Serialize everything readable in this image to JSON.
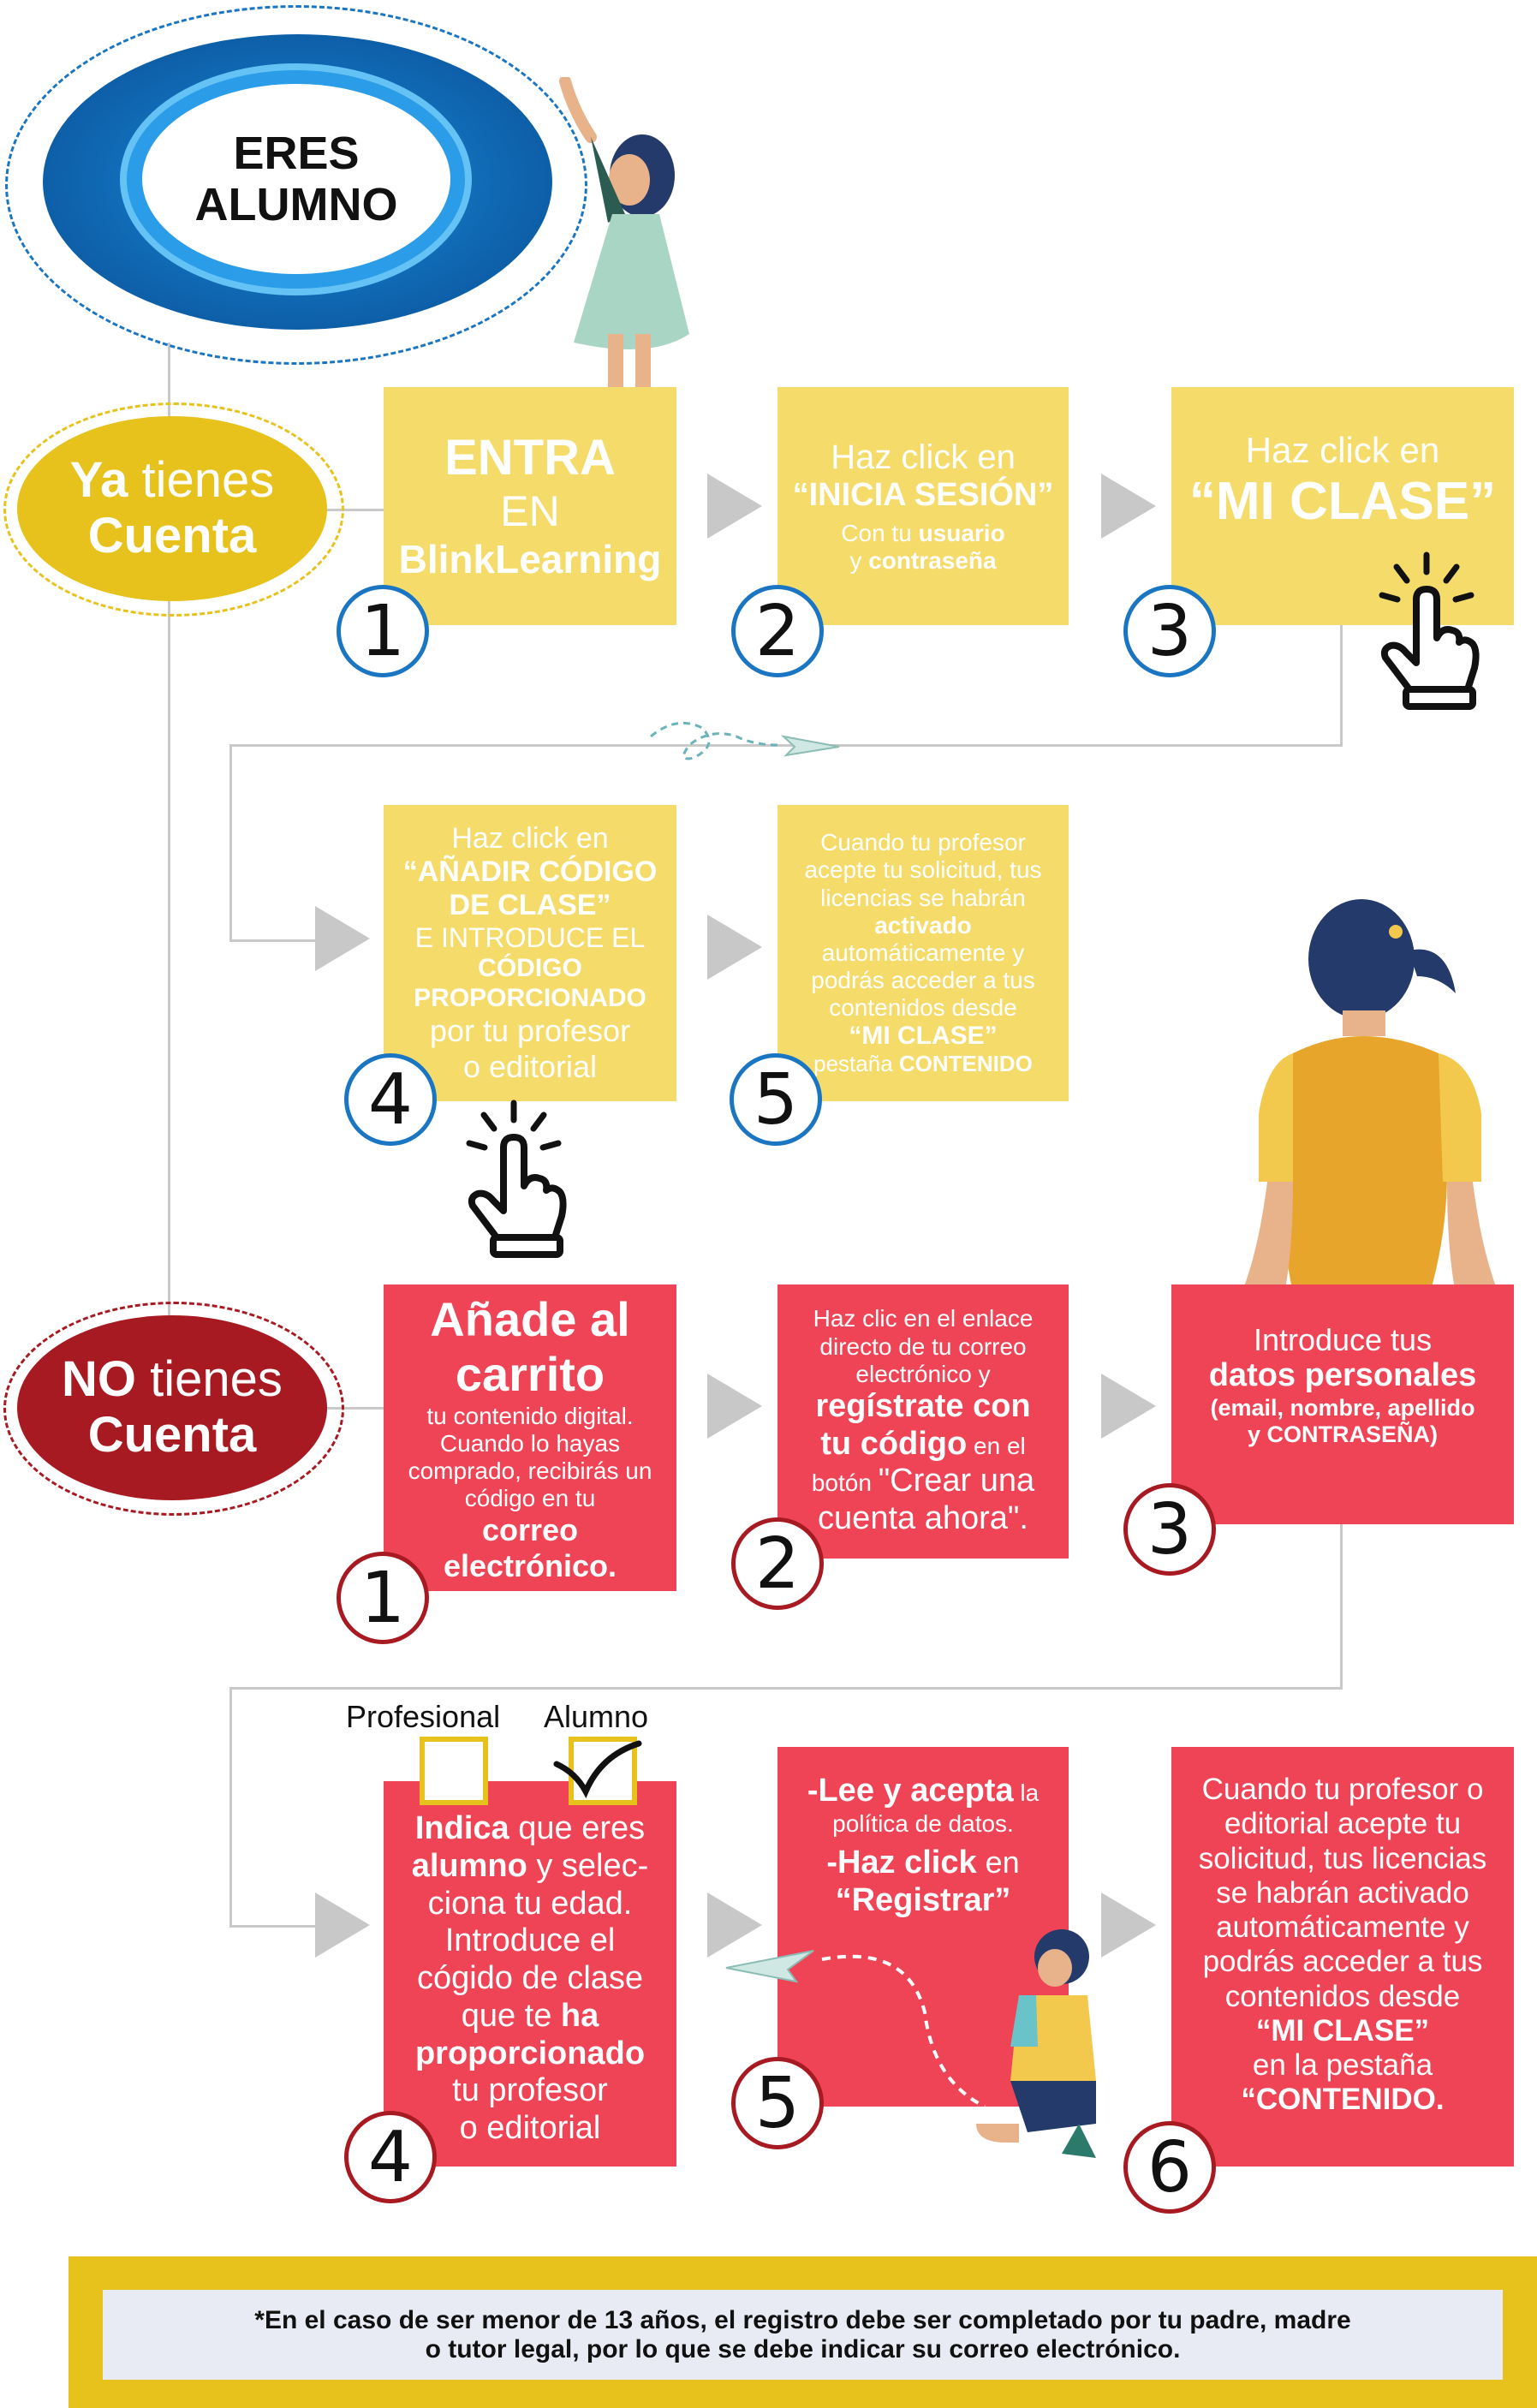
{
  "header": {
    "line1": "ERES",
    "line2": "ALUMNO"
  },
  "ya_cuenta": {
    "bold": "Ya",
    "rest": " tienes",
    "line2": "Cuenta"
  },
  "no_cuenta": {
    "bold": "NO",
    "rest": " tienes",
    "line2": "Cuenta"
  },
  "ya_steps": {
    "s1": {
      "l1": "ENTRA",
      "l2": "EN",
      "l3": "BlinkLearning",
      "num": "1"
    },
    "s2": {
      "l1": "Haz click en",
      "l2": "“INICIA SESIÓN”",
      "l3a": "Con tu ",
      "l3b": "usuario",
      "l4a": "y ",
      "l4b": "contraseña",
      "num": "2"
    },
    "s3": {
      "l1": "Haz click en",
      "l2": "“MI CLASE”",
      "num": "3"
    },
    "s4": {
      "l1": "Haz click en",
      "l2": "“AÑADIR CÓDIGO",
      "l3": "DE CLASE”",
      "l4": "E INTRODUCE EL",
      "l5": "CÓDIGO",
      "l6": "PROPORCIONADO",
      "l7": "por tu profesor",
      "l8": "o editorial",
      "num": "4"
    },
    "s5": {
      "l1": "Cuando tu profesor",
      "l2": "acepte tu solicitud, tus",
      "l3": "licencias se habrán",
      "l4": "activado",
      "l5": "automáticamente y",
      "l6": "podrás acceder a tus",
      "l7": "contenidos desde",
      "l8": "“MI CLASE”",
      "l9a": "pestaña ",
      "l9b": "CONTENIDO",
      "num": "5"
    }
  },
  "no_steps": {
    "s1": {
      "l1": "Añade al",
      "l2": "carrito",
      "l3": "tu contenido digital.",
      "l4": "Cuando lo hayas",
      "l5": "comprado, recibirás un",
      "l6": "código en tu",
      "l7": "correo",
      "l8": "electrónico.",
      "num": "1"
    },
    "s2": {
      "l1": "Haz clic en el enlace",
      "l2": "directo de tu correo",
      "l3": "electrónico y",
      "l4": "regístrate con",
      "l5a": "tu código",
      "l5b": " en el",
      "l6a": "botón ",
      "l6b": "\"Crear una",
      "l7": "cuenta ahora\".",
      "num": "2"
    },
    "s3": {
      "l1": "Introduce tus",
      "l2": "datos personales",
      "l3": "(email, nombre, apellido",
      "l4": "y CONTRASEÑA)",
      "num": "3"
    },
    "s4": {
      "opt1": "Profesional",
      "opt2": "Alumno",
      "l1a": "Indica",
      "l1b": " que eres",
      "l2a": "alumno",
      "l2b": " y selec-",
      "l3": "ciona tu edad.",
      "l4": "Introduce el",
      "l5": "cógido de clase",
      "l6a": "que te ",
      "l6b": "ha",
      "l7": "proporcionado",
      "l8": "tu profesor",
      "l9": "o editorial",
      "num": "4"
    },
    "s5": {
      "l1a": "-Lee y acepta",
      "l1b": " la",
      "l2": "política de datos.",
      "l3a": "-Haz click",
      "l3b": " en",
      "l4": "“Registrar”",
      "num": "5"
    },
    "s6": {
      "l1": "Cuando tu profesor o",
      "l2": "editorial acepte tu",
      "l3": "solicitud, tus licencias",
      "l4": "se habrán activado",
      "l5": "automáticamente y",
      "l6": "podrás acceder a tus",
      "l7": "contenidos desde",
      "l8": "“MI CLASE”",
      "l9": "en la pestaña",
      "l10": "“CONTENIDO.",
      "num": "6"
    }
  },
  "note": {
    "l1": "*En el caso de ser menor de 13 años, el registro debe ser completado por tu padre, madre",
    "l2": "o tutor legal, por lo que se debe indicar su correo electrónico."
  },
  "colors": {
    "yellow": "#f5dc6a",
    "red": "#ef4456",
    "blue": "#1a75c2",
    "darkred": "#a81a22",
    "gold": "#e8c21c"
  }
}
